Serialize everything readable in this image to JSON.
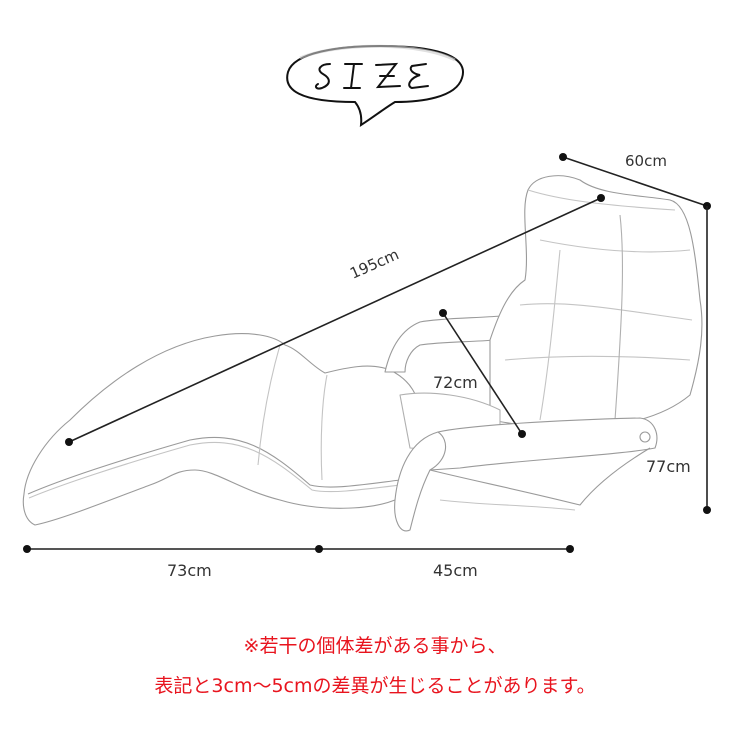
{
  "title": {
    "text": "SIZE",
    "letters": [
      "S",
      "I",
      "Z",
      "E"
    ],
    "shape": "speech-bubble"
  },
  "dimensions": {
    "depth": {
      "label": "60cm"
    },
    "length": {
      "label": "195cm"
    },
    "backrest": {
      "label": "72cm"
    },
    "height": {
      "label": "77cm"
    },
    "leg_section": {
      "label": "73cm"
    },
    "seat_section": {
      "label": "45cm"
    }
  },
  "notes": {
    "line1": "※若干の個体差がある事から、",
    "line2": "表記と3cm～5cmの差異が生じることがあります。"
  },
  "colors": {
    "dimension_line": "#222222",
    "sketch_line": "#9a9a9a",
    "note_text": "#e8141e",
    "label_text": "#333333",
    "background": "#ffffff"
  }
}
